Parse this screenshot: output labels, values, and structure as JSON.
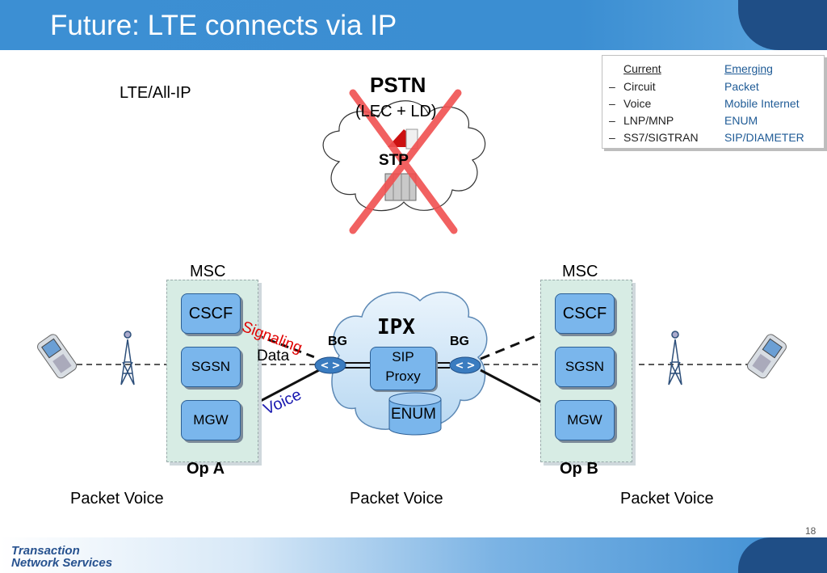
{
  "slide": {
    "title": "Future: LTE connects via IP",
    "subtitle": "LTE/All-IP",
    "page_number": "18",
    "logo_line1": "Transaction",
    "logo_line2": "Network Services"
  },
  "pstn": {
    "title": "PSTN",
    "subtitle": "(LEC + LD)",
    "stp_label": "STP"
  },
  "legend": {
    "current_header": "Current",
    "emerging_header": "Emerging",
    "rows": [
      {
        "current": "Circuit",
        "emerging": "Packet"
      },
      {
        "current": "Voice",
        "emerging": "Mobile Internet"
      },
      {
        "current": "LNP/MNP",
        "emerging": "ENUM"
      },
      {
        "current": "SS7/SIGTRAN",
        "emerging": "SIP/DIAMETER"
      }
    ]
  },
  "left_msc": {
    "label": "MSC",
    "op": "Op A",
    "cscf": "CSCF",
    "sgsn": "SGSN",
    "mgw": "MGW"
  },
  "right_msc": {
    "label": "MSC",
    "op": "Op B",
    "cscf": "CSCF",
    "sgsn": "SGSN",
    "mgw": "MGW"
  },
  "ipx": {
    "title": "IPX",
    "sip_line1": "SIP",
    "sip_line2": "Proxy",
    "enum": "ENUM",
    "bg_left": "BG",
    "bg_right": "BG"
  },
  "links": {
    "signaling": "Signaling",
    "data": "Data",
    "voice": "Voice"
  },
  "packet_voice": {
    "left": "Packet Voice",
    "center": "Packet Voice",
    "right": "Packet Voice"
  },
  "colors": {
    "accent": "#3c8fd3",
    "signaling": "#e00000",
    "voice": "#1a1ab0",
    "cross": "#f05050"
  }
}
